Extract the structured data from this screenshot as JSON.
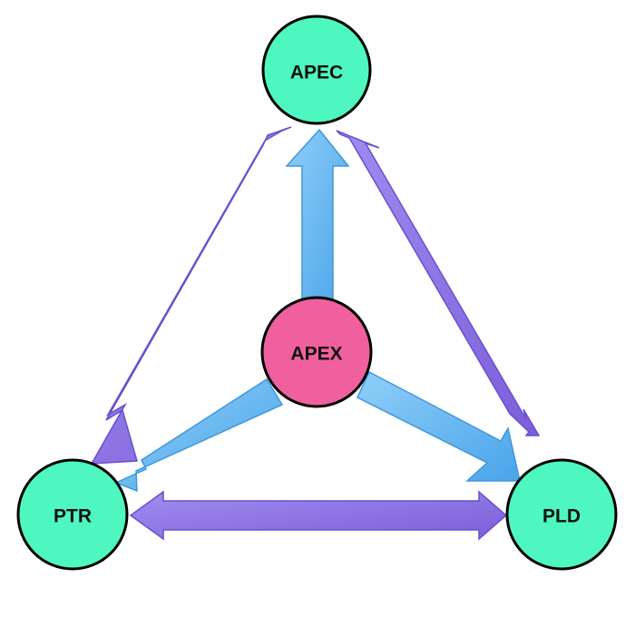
{
  "nodes": {
    "apec": {
      "label": "APEC"
    },
    "apex": {
      "label": "APEX"
    },
    "ptr": {
      "label": "PTR"
    },
    "pld": {
      "label": "PLD"
    }
  },
  "colors": {
    "outer_node_fill": "#4ef7c0",
    "center_node_fill": "#f0609e",
    "node_stroke": "#000000",
    "double_arrow_fill": "#8a6fe0",
    "double_arrow_stroke": "#6a4fd0",
    "single_arrow_fill": "#66b7f0",
    "single_arrow_stroke": "#3f97dc",
    "background": "#ffffff"
  },
  "edges": [
    {
      "from": "apec",
      "to": "ptr",
      "kind": "bidirectional"
    },
    {
      "from": "apec",
      "to": "pld",
      "kind": "bidirectional"
    },
    {
      "from": "ptr",
      "to": "pld",
      "kind": "bidirectional"
    },
    {
      "from": "apex",
      "to": "apec",
      "kind": "directed"
    },
    {
      "from": "apex",
      "to": "ptr",
      "kind": "directed"
    },
    {
      "from": "apex",
      "to": "pld",
      "kind": "directed"
    }
  ]
}
